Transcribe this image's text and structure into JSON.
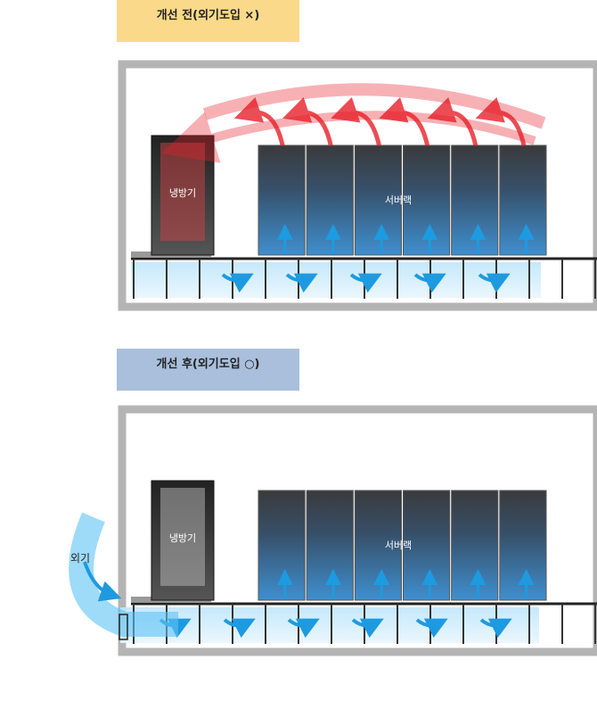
{
  "before": {
    "title": "개선 전(외기도입 ×)",
    "cooler_label": "냉방기",
    "rack_label": "서버랙"
  },
  "after": {
    "title": "개선 후(외기도입 ○)",
    "cooler_label": "냉방기",
    "rack_label": "서버랙",
    "outside_air_label": "외기"
  },
  "colors": {
    "hot_air": "#e8202a",
    "cold_air": "#2aa6e8",
    "rack": "#3a3a3c",
    "wall": "#b4b4b4",
    "label_before": "#fbd98a",
    "label_after": "#a9bfdc"
  },
  "rack_count": 6
}
